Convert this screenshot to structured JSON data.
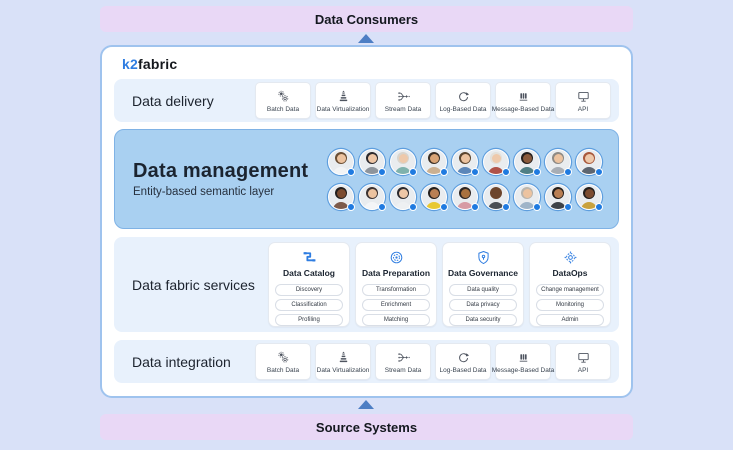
{
  "banners": {
    "top": "Data Consumers",
    "bottom": "Source Systems"
  },
  "logo": {
    "prefix": "k2",
    "suffix": "fabric"
  },
  "delivery": {
    "label": "Data delivery"
  },
  "integration": {
    "label": "Data integration"
  },
  "connectors": [
    {
      "label": "Batch Data",
      "icon": "gears-icon"
    },
    {
      "label": "Data Virtualization",
      "icon": "stack-arrow-icon"
    },
    {
      "label": "Stream Data",
      "icon": "stream-icon"
    },
    {
      "label": "Log-Based Data",
      "icon": "sync-arrow-icon"
    },
    {
      "label": "Message-Based Data",
      "icon": "queue-icon"
    },
    {
      "label": "API",
      "icon": "monitor-icon"
    }
  ],
  "management": {
    "title": "Data management",
    "subtitle": "Entity-based semantic layer",
    "avatars": [
      {
        "skin": "#ecc3a0",
        "hair": "#6b4f35",
        "shirt": "#f2f4f6"
      },
      {
        "skin": "#edc6a6",
        "hair": "#2c2a2e",
        "shirt": "#8d949c"
      },
      {
        "skin": "#eec9ab",
        "hair": "#d8d4cd",
        "shirt": "#7fb2ad"
      },
      {
        "skin": "#d9a476",
        "hair": "#3a2f26",
        "shirt": "#cbb091"
      },
      {
        "skin": "#ecc3a0",
        "hair": "#5c4630",
        "shirt": "#5b86b9"
      },
      {
        "skin": "#eec9ab",
        "hair": "#e3e0da",
        "shirt": "#b05248"
      },
      {
        "skin": "#8a5a3b",
        "hair": "#241f1d",
        "shirt": "#4f7f86"
      },
      {
        "skin": "#ecc3a0",
        "hair": "#8e8a85",
        "shirt": "#a7adb5"
      },
      {
        "skin": "#eec9ab",
        "hair": "#a9593c",
        "shirt": "#5d6570"
      },
      {
        "skin": "#7c4c30",
        "hair": "#241f1d",
        "shirt": "#7c5a4a"
      },
      {
        "skin": "#ecc3a0",
        "hair": "#3c3230",
        "shirt": "#f4f5f7"
      },
      {
        "skin": "#edc6a6",
        "hair": "#2c2a2e",
        "shirt": "#eef0f2"
      },
      {
        "skin": "#b97f54",
        "hair": "#241f1d",
        "shirt": "#e8c832"
      },
      {
        "skin": "#a9713f",
        "hair": "#2c2523",
        "shirt": "#d79aa4"
      },
      {
        "skin": "#6d452c",
        "hair": "#6d452c",
        "shirt": "#4a4f55"
      },
      {
        "skin": "#ecc3a0",
        "hair": "#b9b5ae",
        "shirt": "#9fb4c8"
      },
      {
        "skin": "#b97f54",
        "hair": "#241f1d",
        "shirt": "#3d4248"
      },
      {
        "skin": "#7c4c30",
        "hair": "#241f1d",
        "shirt": "#c9a23e"
      }
    ]
  },
  "services": {
    "label": "Data fabric services",
    "cards": [
      {
        "title": "Data Catalog",
        "icon": "catalog-icon",
        "pills": [
          "Discovery",
          "Classification",
          "Profiling"
        ]
      },
      {
        "title": "Data Preparation",
        "icon": "preparation-icon",
        "pills": [
          "Transformation",
          "Enrichment",
          "Matching"
        ]
      },
      {
        "title": "Data Governance",
        "icon": "governance-icon",
        "pills": [
          "Data quality",
          "Data privacy",
          "Data security"
        ]
      },
      {
        "title": "DataOps",
        "icon": "dataops-icon",
        "pills": [
          "Change management",
          "Monitoring",
          "Admin"
        ]
      }
    ]
  },
  "colors": {
    "accent": "#2f7de1",
    "page_bg": "#d9e1f8",
    "banner_bg": "#e9d8f6",
    "row_bg": "#e8f1fc",
    "management_bg": "#a9d0f1",
    "triangle": "#4d7ec4",
    "icon_gray": "#4f5560",
    "avatar_badge": "#1f7ae0"
  }
}
